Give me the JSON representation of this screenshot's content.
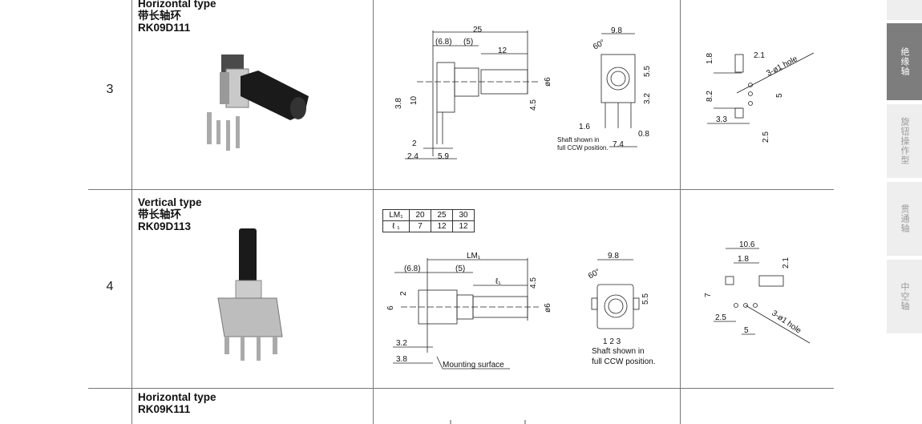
{
  "tabs": [
    {
      "label": ""
    },
    {
      "label": "绝缘轴",
      "active": true
    },
    {
      "label": "旋钮操作型"
    },
    {
      "label": "贯通轴"
    },
    {
      "label": "中空轴"
    }
  ],
  "rows": [
    {
      "number": "3",
      "type": "Horizontal type",
      "cn": "带长轴环",
      "model": "RK09D111",
      "side": {
        "overall": "25",
        "a": "(6.8)",
        "b": "(5)",
        "shaft": "12",
        "dia": "ø6",
        "d45": "4.5",
        "d38": "3.8",
        "d10": "10",
        "d2": "2",
        "d24": "2.4",
        "d59": "5.9"
      },
      "front": {
        "width": "9.8",
        "angle": "60°",
        "d55": "5.5",
        "d32": "3.2",
        "d16": "1.6",
        "d08": "0.8",
        "d74": "7.4",
        "note1": "Shaft shown in",
        "note2": "full CCW position."
      },
      "pcb": {
        "d18": "1.8",
        "d21": "2.1",
        "hole": "3-ø1 hole",
        "d82": "8.2",
        "d5": "5",
        "d33": "3.3",
        "d25": "2.5"
      }
    },
    {
      "number": "4",
      "type": "Vertical type",
      "cn": "带长轴环",
      "model": "RK09D113",
      "lm_table": {
        "header": [
          "LM₁",
          "20",
          "25",
          "30"
        ],
        "row": [
          "ℓ ₁",
          "7",
          "12",
          "12"
        ]
      },
      "side": {
        "lm": "LM₁",
        "a": "(6.8)",
        "b": "(5)",
        "l1": "ℓ₁",
        "d45": "4.5",
        "d2": "2",
        "d6": "6",
        "dia": "ø6",
        "d32": "3.2",
        "d38": "3.8",
        "mount": "Mounting surface"
      },
      "front": {
        "width": "9.8",
        "angle": "60°",
        "d55": "5.5",
        "pins": "1 2 3",
        "note1": "Shaft shown in",
        "note2": "full CCW position."
      },
      "pcb": {
        "d106": "10.6",
        "d18": "1.8",
        "d21": "2.1",
        "d7": "7",
        "d25": "2.5",
        "d5": "5",
        "hole": "3-ø1 hole"
      }
    },
    {
      "type": "Horizontal type",
      "model": "RK09K111"
    }
  ]
}
